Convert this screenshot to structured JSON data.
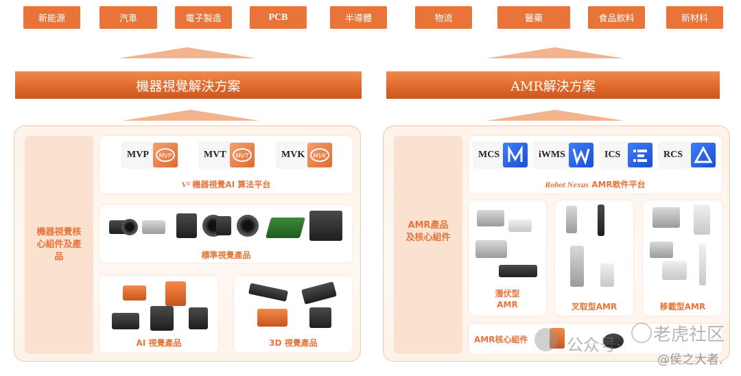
{
  "industries": [
    "新能源",
    "汽車",
    "電子製造",
    "PCB",
    "半導體",
    "物流",
    "醫藥",
    "食品飲料",
    "新材料"
  ],
  "left": {
    "banner": "機器視覺解決方案",
    "side_label": "機器視覺核心組件及產品",
    "platform": {
      "items": [
        {
          "label": "MVP",
          "logo": "mvp-logo-icon"
        },
        {
          "label": "MVT",
          "logo": "mvt-logo-icon"
        },
        {
          "label": "MVK",
          "logo": "mvk-logo-icon"
        }
      ],
      "caption_italic": "V³",
      "caption": "機器視覺AI 算法平台"
    },
    "standard_caption": "標準視覺產品",
    "ai_caption": "AI 視覺產品",
    "d3_caption": "3D 視覺產品"
  },
  "right": {
    "banner": "AMR解決方案",
    "side_label": "AMR產品及核心組件",
    "platform": {
      "items": [
        {
          "label": "MCS",
          "logo": "mcs-logo-icon"
        },
        {
          "label": "iWMS",
          "logo": "iwms-logo-icon"
        },
        {
          "label": "ICS",
          "logo": "ics-logo-icon"
        },
        {
          "label": "RCS",
          "logo": "rcs-logo-icon"
        }
      ],
      "caption_italic": "Robot Nexus",
      "caption": "AMR軟件平台"
    },
    "latent_caption": "潛伏型\nAMR",
    "fork_caption": "叉取型AMR",
    "transfer_caption": "移載型AMR",
    "core_caption": "AMR核心組件"
  },
  "watermark": {
    "wechat": "公众号·",
    "site": "老虎社区",
    "signature": "@侯之大者."
  },
  "colors": {
    "accent": "#e8743a",
    "panel_bg": "#fff3ea",
    "side_bg": "#fbe1cf"
  }
}
